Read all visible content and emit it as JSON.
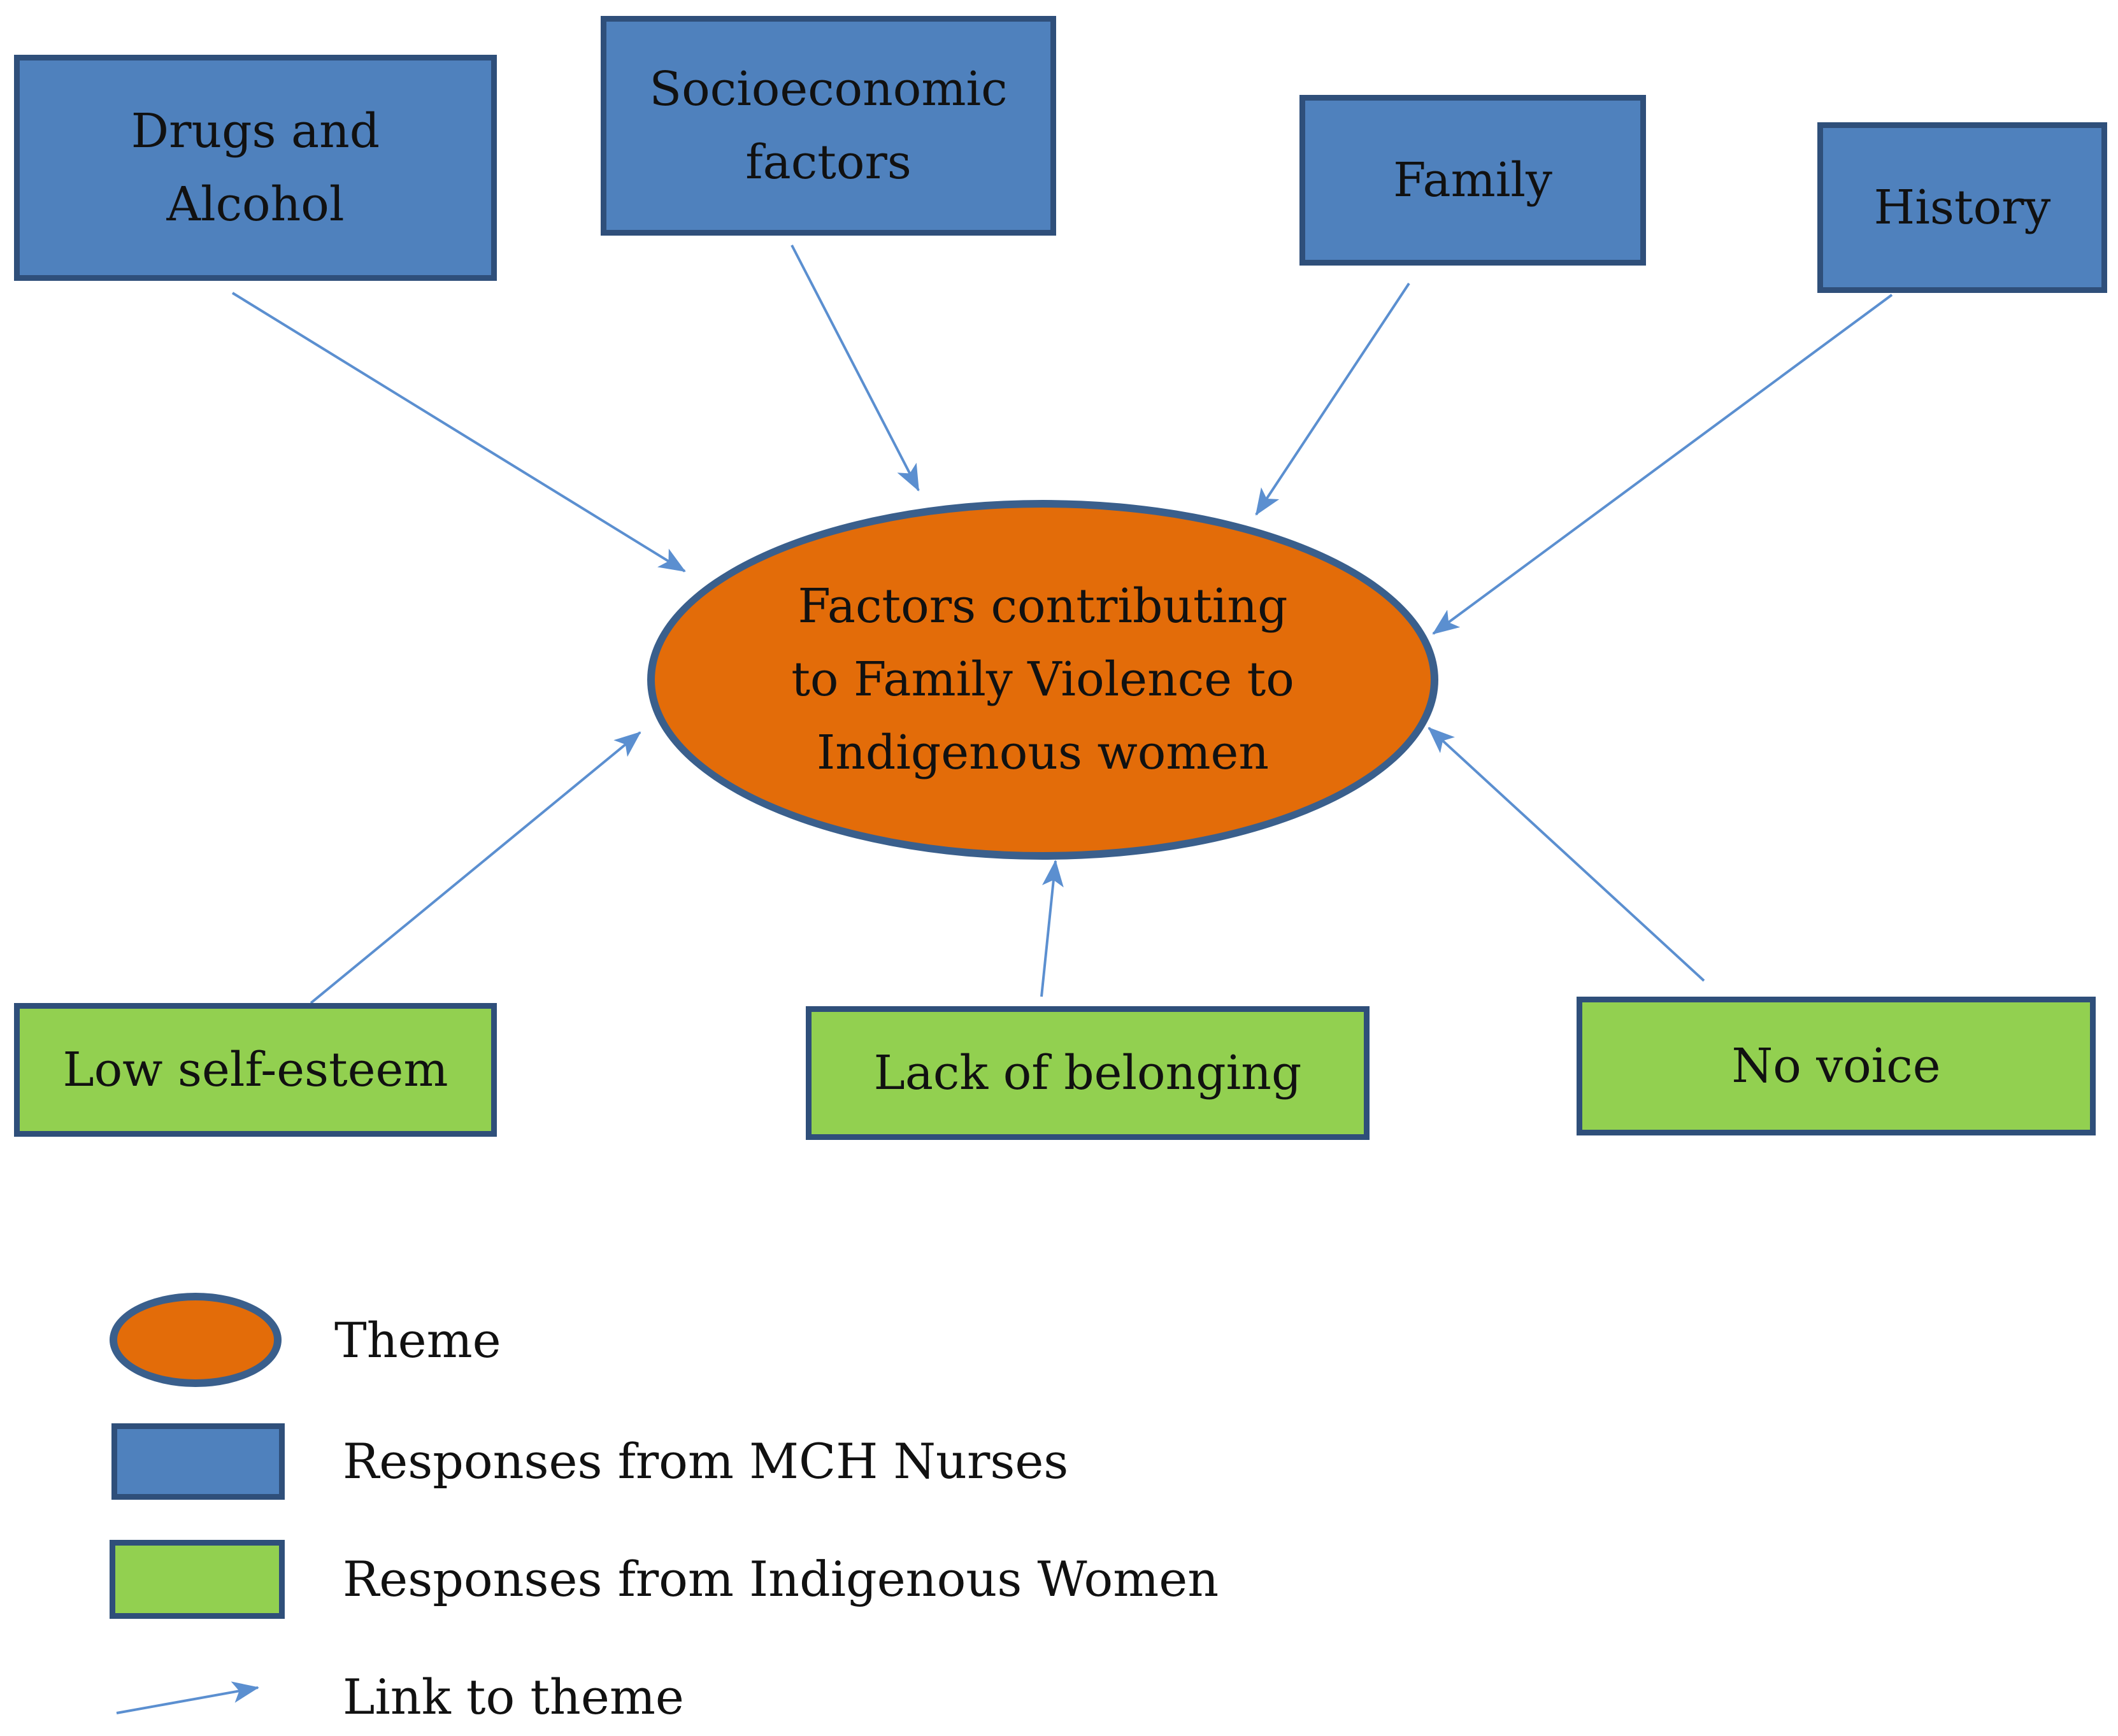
{
  "theme": {
    "label": "Factors contributing to Family Violence to Indigenous women",
    "fill": "#e36c09"
  },
  "nurse_responses": {
    "fill": "#4f81bd",
    "items": [
      {
        "label": "Drugs and Alcohol"
      },
      {
        "label": "Socioeconomic factors"
      },
      {
        "label": "Family"
      },
      {
        "label": "History"
      }
    ]
  },
  "women_responses": {
    "fill": "#92d050",
    "items": [
      {
        "label": "Low self-esteem"
      },
      {
        "label": "Lack of belonging"
      },
      {
        "label": "No voice"
      }
    ]
  },
  "legend": {
    "theme": "Theme",
    "nurses": "Responses from MCH Nurses",
    "women": "Responses from Indigenous Women",
    "link": "Link to theme"
  },
  "colors": {
    "arrow": "#5b8fd0",
    "border": "#2f4f7a"
  }
}
